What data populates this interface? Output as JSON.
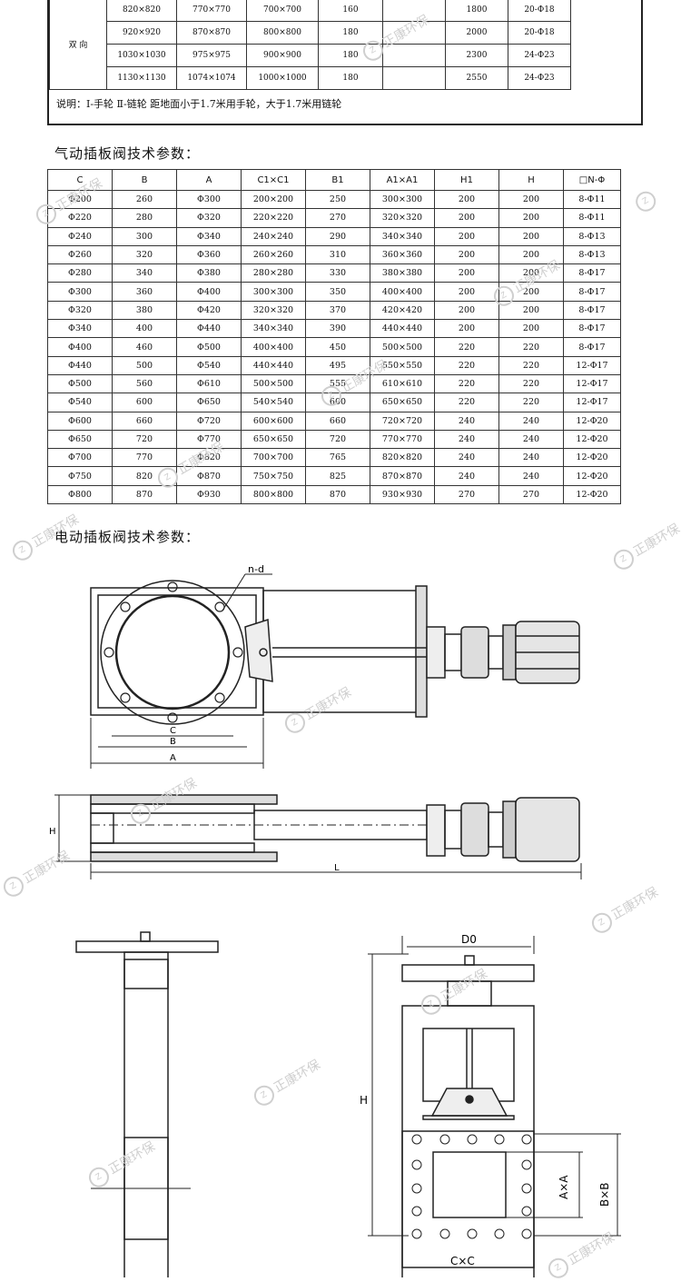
{
  "top_table": {
    "group_label": "双 向",
    "rows": [
      [
        "820×820",
        "770×770",
        "700×700",
        "160",
        "1800",
        "20-Φ18"
      ],
      [
        "920×920",
        "870×870",
        "800×800",
        "180",
        "2000",
        "20-Φ18"
      ],
      [
        "1030×1030",
        "975×975",
        "900×900",
        "180",
        "2300",
        "24-Φ23"
      ],
      [
        "1130×1130",
        "1074×1074",
        "1000×1000",
        "180",
        "2550",
        "24-Φ23"
      ]
    ],
    "note": "说明：Ⅰ-手轮  Ⅱ-链轮  距地面小于1.7米用手轮，大于1.7米用链轮"
  },
  "pneumatic": {
    "title": "气动插板阀技术参数：",
    "headers": [
      "C",
      "B",
      "A",
      "C1×C1",
      "B1",
      "A1×A1",
      "H1",
      "H",
      "□N-Φ"
    ],
    "rows": [
      [
        "Φ200",
        "260",
        "Φ300",
        "200×200",
        "250",
        "300×300",
        "200",
        "200",
        "8-Φ11"
      ],
      [
        "Φ220",
        "280",
        "Φ320",
        "220×220",
        "270",
        "320×320",
        "200",
        "200",
        "8-Φ11"
      ],
      [
        "Φ240",
        "300",
        "Φ340",
        "240×240",
        "290",
        "340×340",
        "200",
        "200",
        "8-Φ13"
      ],
      [
        "Φ260",
        "320",
        "Φ360",
        "260×260",
        "310",
        "360×360",
        "200",
        "200",
        "8-Φ13"
      ],
      [
        "Φ280",
        "340",
        "Φ380",
        "280×280",
        "330",
        "380×380",
        "200",
        "200",
        "8-Φ17"
      ],
      [
        "Φ300",
        "360",
        "Φ400",
        "300×300",
        "350",
        "400×400",
        "200",
        "200",
        "8-Φ17"
      ],
      [
        "Φ320",
        "380",
        "Φ420",
        "320×320",
        "370",
        "420×420",
        "200",
        "200",
        "8-Φ17"
      ],
      [
        "Φ340",
        "400",
        "Φ440",
        "340×340",
        "390",
        "440×440",
        "200",
        "200",
        "8-Φ17"
      ],
      [
        "Φ400",
        "460",
        "Φ500",
        "400×400",
        "450",
        "500×500",
        "220",
        "220",
        "8-Φ17"
      ],
      [
        "Φ440",
        "500",
        "Φ540",
        "440×440",
        "495",
        "550×550",
        "220",
        "220",
        "12-Φ17"
      ],
      [
        "Φ500",
        "560",
        "Φ610",
        "500×500",
        "555",
        "610×610",
        "220",
        "220",
        "12-Φ17"
      ],
      [
        "Φ540",
        "600",
        "Φ650",
        "540×540",
        "600",
        "650×650",
        "220",
        "220",
        "12-Φ17"
      ],
      [
        "Φ600",
        "660",
        "Φ720",
        "600×600",
        "660",
        "720×720",
        "240",
        "240",
        "12-Φ20"
      ],
      [
        "Φ650",
        "720",
        "Φ770",
        "650×650",
        "720",
        "770×770",
        "240",
        "240",
        "12-Φ20"
      ],
      [
        "Φ700",
        "770",
        "Φ820",
        "700×700",
        "765",
        "820×820",
        "240",
        "240",
        "12-Φ20"
      ],
      [
        "Φ750",
        "820",
        "Φ870",
        "750×750",
        "825",
        "870×870",
        "240",
        "240",
        "12-Φ20"
      ],
      [
        "Φ800",
        "870",
        "Φ930",
        "800×800",
        "870",
        "930×930",
        "270",
        "270",
        "12-Φ20"
      ]
    ]
  },
  "electric": {
    "title": "电动插板阀技术参数：",
    "labels": {
      "nd": "n-d",
      "C": "C",
      "B": "B",
      "A": "A",
      "H": "H",
      "L": "L",
      "D0": "D0",
      "H2": "H",
      "AxA": "A×A",
      "BxB": "B×B",
      "CxC": "C×C"
    }
  },
  "watermark": "正康环保"
}
